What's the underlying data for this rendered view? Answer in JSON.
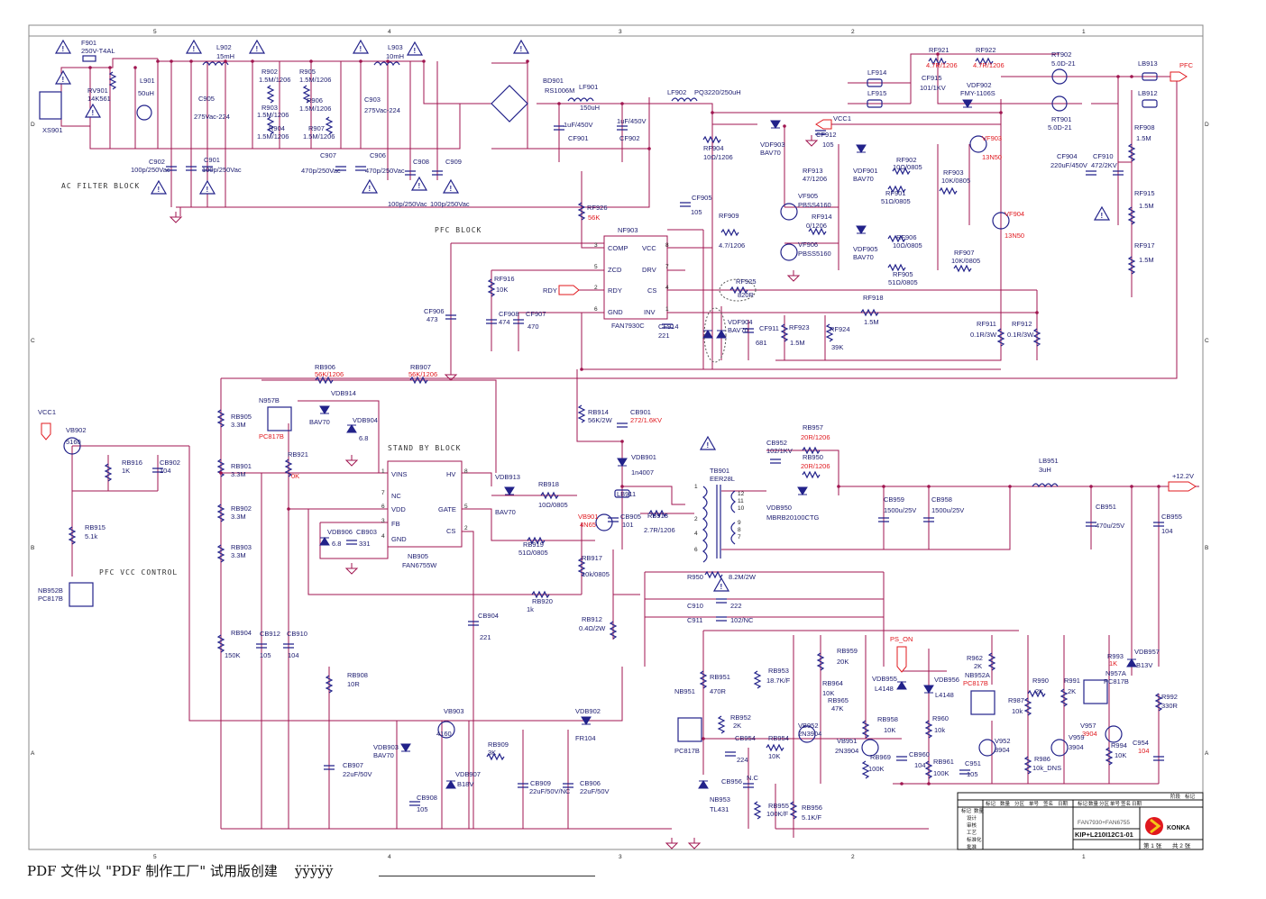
{
  "title_block": {
    "brand": "KONKA",
    "model": "KIP+L210I12C1-01",
    "chips": "FAN7930+FAN6755",
    "sheet": "第 1 张",
    "total": "共 2 张",
    "head_cells": [
      "标记",
      "数量",
      "分区",
      "单号",
      "签名",
      "日期"
    ],
    "left_rows": [
      "标记",
      "数量",
      "分区",
      "单号",
      "签名",
      "日期"
    ],
    "role_rows": [
      "设计",
      "审核",
      "工艺",
      "标准化",
      "批准"
    ],
    "right_head": [
      "阶段",
      "标记"
    ]
  },
  "footer": "PDF 文件以 \"PDF 制作工厂\" 试用版创建    ÿÿÿÿÿ",
  "blocks": {
    "ac": "AC FILTER BLOCK",
    "pfc": "PFC BLOCK",
    "standby": "STAND BY BLOCK",
    "pfc_vcc": "PFC VCC CONTROL"
  },
  "ports": {
    "pfc": "PFC",
    "vcc1": "VCC1",
    "vcc1_left": "VCC1",
    "rdy": "RDY",
    "out": "+12.2V",
    "ps_on": "PS_ON"
  },
  "nf903": {
    "name": "NF903",
    "part": "FAN7930C",
    "pins": [
      "COMP",
      "ZCD",
      "RDY",
      "GND",
      "VCC",
      "DRV",
      "CS",
      "INV"
    ],
    "nums": [
      "3",
      "5",
      "2",
      "6",
      "8",
      "7",
      "4",
      "1"
    ]
  },
  "nb905": {
    "name": "NB905",
    "part": "FAN6755W",
    "pins": [
      "VINS",
      "NC",
      "VDD",
      "FB",
      "GND",
      "HV",
      "GATE",
      "CS"
    ],
    "nums": [
      "1",
      "7",
      "6",
      "3",
      "4",
      "8",
      "5",
      "2"
    ]
  },
  "comps": [
    [
      "xs901",
      "XS901"
    ],
    [
      "f901",
      "F901"
    ],
    [
      "f901v",
      "250V-T4AL"
    ],
    [
      "rv901",
      "RV901"
    ],
    [
      "rv901v",
      "14K561"
    ],
    [
      "l901",
      "L901"
    ],
    [
      "l901v",
      "50uH"
    ],
    [
      "l902",
      "L902"
    ],
    [
      "l902v",
      "15mH"
    ],
    [
      "c905",
      "C905"
    ],
    [
      "c905v",
      "275Vac-224"
    ],
    [
      "r902",
      "R902"
    ],
    [
      "r902v",
      "1.5M/1206"
    ],
    [
      "r905",
      "R905"
    ],
    [
      "r905v",
      "1.5M/1206"
    ],
    [
      "r903",
      "R903"
    ],
    [
      "r903v",
      "1.5M/1206"
    ],
    [
      "r906",
      "R906"
    ],
    [
      "r906v",
      "1.5M/1206"
    ],
    [
      "r904",
      "R904"
    ],
    [
      "r904v",
      "1.5M/1206"
    ],
    [
      "r907",
      "R907"
    ],
    [
      "r907v",
      "1.5M/1206"
    ],
    [
      "l903",
      "L903"
    ],
    [
      "l903v",
      "10mH"
    ],
    [
      "c903",
      "C903"
    ],
    [
      "c903v",
      "275Vac-224"
    ],
    [
      "c907",
      "C907"
    ],
    [
      "c907v",
      "470p/250Vac"
    ],
    [
      "c906",
      "C906"
    ],
    [
      "c906v",
      "470p/250Vac"
    ],
    [
      "c902",
      "C902"
    ],
    [
      "c902v",
      "100p/250Vac"
    ],
    [
      "c901",
      "C901"
    ],
    [
      "c901v",
      "100p/250Vac"
    ],
    [
      "c908",
      "C908"
    ],
    [
      "c908v",
      "100p/250Vac"
    ],
    [
      "c909",
      "C909"
    ],
    [
      "c909v",
      "100p/250Vac"
    ],
    [
      "bd901",
      "BD901"
    ],
    [
      "bd901v",
      "RS1006M"
    ],
    [
      "lf901",
      "LF901"
    ],
    [
      "lf901v",
      "150uH"
    ],
    [
      "cf901",
      "CF901"
    ],
    [
      "cf901v",
      "1uF/450V"
    ],
    [
      "cf902",
      "CF902"
    ],
    [
      "cf902v",
      "1uF/450V"
    ],
    [
      "lf902",
      "LF902"
    ],
    [
      "lf902v",
      "PQ3220/250uH"
    ],
    [
      "rf904",
      "RF904"
    ],
    [
      "rf904v",
      "10Ω/1206"
    ],
    [
      "vdf903",
      "VDF903"
    ],
    [
      "vdf903v",
      "BAV70"
    ],
    [
      "cf912",
      "CF912"
    ],
    [
      "cf912v",
      "105"
    ],
    [
      "lf914",
      "LF914"
    ],
    [
      "lf915",
      "LF915"
    ],
    [
      "rf921",
      "RF921"
    ],
    [
      "rf921v",
      "4.7R/1206"
    ],
    [
      "rf922",
      "RF922"
    ],
    [
      "rf922v",
      "4.7R/1206"
    ],
    [
      "cf915",
      "CF915"
    ],
    [
      "cf915v",
      "101/1KV"
    ],
    [
      "vdf902",
      "VDF902"
    ],
    [
      "vdf902v",
      "FMY-1106S"
    ],
    [
      "rt902",
      "RT902"
    ],
    [
      "rt902v",
      "5.0D-21"
    ],
    [
      "rt901",
      "RT901"
    ],
    [
      "rt901v",
      "5.0D-21"
    ],
    [
      "lb913",
      "LB913"
    ],
    [
      "lb912",
      "LB912"
    ],
    [
      "rf908",
      "RF908"
    ],
    [
      "rf908v",
      "1.5M"
    ],
    [
      "rf915",
      "RF915"
    ],
    [
      "rf915v",
      "1.5M"
    ],
    [
      "rf917",
      "RF917"
    ],
    [
      "rf917v",
      "1.5M"
    ],
    [
      "cf904",
      "CF904"
    ],
    [
      "cf904v",
      "220uF/450V"
    ],
    [
      "cf910",
      "CF910"
    ],
    [
      "cf910v",
      "472/2KV"
    ],
    [
      "vf903",
      "VF903"
    ],
    [
      "vf903v",
      "13N50"
    ],
    [
      "vf904",
      "VF904"
    ],
    [
      "vf904v",
      "13N50"
    ],
    [
      "rf913",
      "RF913"
    ],
    [
      "rf913v",
      "47/1206"
    ],
    [
      "vdf901",
      "VDF901"
    ],
    [
      "vdf901v",
      "BAV70"
    ],
    [
      "rf902",
      "RF902"
    ],
    [
      "rf902v",
      "10Ω/0805"
    ],
    [
      "rf903",
      "RF903"
    ],
    [
      "rf903v",
      "10K/0805"
    ],
    [
      "rf901",
      "RF901"
    ],
    [
      "rf901v",
      "51Ω/0805"
    ],
    [
      "vf905",
      "VF905"
    ],
    [
      "vf905v",
      "PBSS4160"
    ],
    [
      "rf914",
      "RF914"
    ],
    [
      "rf914v",
      "0/1206"
    ],
    [
      "vf906",
      "VF906"
    ],
    [
      "vf906v",
      "PBSS5160"
    ],
    [
      "vdf905",
      "VDF905"
    ],
    [
      "vdf905v",
      "BAV70"
    ],
    [
      "rf906",
      "RF906"
    ],
    [
      "rf906v",
      "10Ω/0805"
    ],
    [
      "rf907",
      "RF907"
    ],
    [
      "rf907v",
      "10K/0805"
    ],
    [
      "rf905",
      "RF905"
    ],
    [
      "rf905v",
      "51Ω/0805"
    ],
    [
      "rf909",
      "RF909"
    ],
    [
      "rf909v",
      "4.7/1206"
    ],
    [
      "cf905",
      "CF905"
    ],
    [
      "cf905v",
      "105"
    ],
    [
      "rf926",
      "RF926"
    ],
    [
      "rf926v",
      "56K"
    ],
    [
      "rf916",
      "RF916"
    ],
    [
      "rf916v",
      "10K"
    ],
    [
      "cf906",
      "CF906"
    ],
    [
      "cf906v",
      "473"
    ],
    [
      "cf908",
      "CF908"
    ],
    [
      "cf908v",
      "474"
    ],
    [
      "cf907",
      "CF907"
    ],
    [
      "cf907v",
      "470"
    ],
    [
      "rf925",
      "RF925"
    ],
    [
      "rf925v",
      "820R"
    ],
    [
      "rf918",
      "RF918"
    ],
    [
      "rf918v",
      "1.5M"
    ],
    [
      "cf914",
      "CF914"
    ],
    [
      "cf914v",
      "221"
    ],
    [
      "vdf904",
      "VDF904"
    ],
    [
      "vdf904v",
      "BAV70"
    ],
    [
      "cf911",
      "CF911"
    ],
    [
      "cf911v",
      "681"
    ],
    [
      "rf923",
      "RF923"
    ],
    [
      "rf923v",
      "1.5M"
    ],
    [
      "rf924",
      "RF924"
    ],
    [
      "rf924v",
      "39K"
    ],
    [
      "rf911",
      "RF911"
    ],
    [
      "rf911v",
      "0.1R/3W"
    ],
    [
      "rf912",
      "RF912"
    ],
    [
      "rf912v",
      "0.1R/3W"
    ],
    [
      "rb906",
      "RB906"
    ],
    [
      "rb906v",
      "56K/1206"
    ],
    [
      "rb907",
      "RB907"
    ],
    [
      "rb907v",
      "56K/1206"
    ],
    [
      "n957b",
      "N957B"
    ],
    [
      "n957bv",
      "PC817B"
    ],
    [
      "vdb914",
      "VDB914"
    ],
    [
      "vdb914v",
      "BAV70"
    ],
    [
      "vdb904",
      "VDB904"
    ],
    [
      "vdb904v",
      "6.8"
    ],
    [
      "rb921",
      "RB921"
    ],
    [
      "rb921v",
      "0K"
    ],
    [
      "rb905",
      "RB905"
    ],
    [
      "rb905v",
      "3.3M"
    ],
    [
      "rb901",
      "RB901"
    ],
    [
      "rb901v",
      "3.3M"
    ],
    [
      "rb902",
      "RB902"
    ],
    [
      "rb902v",
      "3.3M"
    ],
    [
      "rb903",
      "RB903"
    ],
    [
      "rb903v",
      "3.3M"
    ],
    [
      "rb904",
      "RB904"
    ],
    [
      "rb904v",
      "150K"
    ],
    [
      "cb912",
      "CB912"
    ],
    [
      "cb912v",
      "105"
    ],
    [
      "cb910",
      "CB910"
    ],
    [
      "cb910v",
      "104"
    ],
    [
      "rb908",
      "RB908"
    ],
    [
      "rb908v",
      "10R"
    ],
    [
      "cb907",
      "CB907"
    ],
    [
      "cb907v",
      "22uF/50V"
    ],
    [
      "vb902",
      "VB902"
    ],
    [
      "vb902v",
      "5160"
    ],
    [
      "rb916",
      "RB916"
    ],
    [
      "rb916v",
      "1K"
    ],
    [
      "cb902",
      "CB902"
    ],
    [
      "cb902v",
      "104"
    ],
    [
      "rb915",
      "RB915"
    ],
    [
      "rb915v",
      "5.1k"
    ],
    [
      "nb952b",
      "NB952B"
    ],
    [
      "nb952bv",
      "PC817B"
    ],
    [
      "vdb906",
      "VDB906"
    ],
    [
      "vdb906v",
      "6.8"
    ],
    [
      "cb903",
      "CB903"
    ],
    [
      "cb903v",
      "331"
    ],
    [
      "vdb913",
      "VDB913"
    ],
    [
      "vdb913v",
      "BAV70"
    ],
    [
      "rb918",
      "RB918"
    ],
    [
      "rb918v",
      "10Ω/0805"
    ],
    [
      "rb919",
      "RB919"
    ],
    [
      "rb919v",
      "51Ω/0805"
    ],
    [
      "rb914",
      "RB914"
    ],
    [
      "rb914v",
      "56K/2W"
    ],
    [
      "cb901",
      "CB901"
    ],
    [
      "cb901v",
      "272/1.6KV"
    ],
    [
      "vdb901",
      "VDB901"
    ],
    [
      "vdb901v",
      "1n4007"
    ],
    [
      "lb911",
      "LB911"
    ],
    [
      "vb901",
      "VB901"
    ],
    [
      "vb901v",
      "4N65"
    ],
    [
      "cb905",
      "CB905"
    ],
    [
      "cb905v",
      "101"
    ],
    [
      "rb913",
      "RB913"
    ],
    [
      "rb913v",
      "2.7R/1206"
    ],
    [
      "rb917",
      "RB917"
    ],
    [
      "rb917v",
      "10k/0805"
    ],
    [
      "rb920",
      "RB920"
    ],
    [
      "rb920v",
      "1k"
    ],
    [
      "cb904",
      "CB904"
    ],
    [
      "cb904v",
      "221"
    ],
    [
      "rb912",
      "RB912"
    ],
    [
      "rb912v",
      "0.4Ω/2W"
    ],
    [
      "vb903",
      "VB903"
    ],
    [
      "vb903v",
      "4160"
    ],
    [
      "vdb903",
      "VDB903"
    ],
    [
      "vdb903v",
      "BAV70"
    ],
    [
      "cb908",
      "CB908"
    ],
    [
      "cb908v",
      "105"
    ],
    [
      "vdb907",
      "VDB907"
    ],
    [
      "vdb907v",
      "B18V"
    ],
    [
      "rb909",
      "RB909"
    ],
    [
      "rb909v",
      "3K"
    ],
    [
      "cb909",
      "CB909"
    ],
    [
      "cb909v",
      "22uF/50V/NC"
    ],
    [
      "cb906",
      "CB906"
    ],
    [
      "cb906v",
      "22uF/50V"
    ],
    [
      "vdb902",
      "VDB902"
    ],
    [
      "vdb902v",
      "FR104"
    ],
    [
      "tb901",
      "TB901"
    ],
    [
      "tb901v",
      "EER28L"
    ],
    [
      "cb952",
      "CB952"
    ],
    [
      "cb952v",
      "102/1KV"
    ],
    [
      "rb957",
      "RB957"
    ],
    [
      "rb957v",
      "20R/1206"
    ],
    [
      "rb950",
      "RB950"
    ],
    [
      "rb950v",
      "20R/1206"
    ],
    [
      "vdb950",
      "VDB950"
    ],
    [
      "vdb950v",
      "MBRB20100CTG"
    ],
    [
      "r950",
      "R950"
    ],
    [
      "r950v",
      "8.2M/2W"
    ],
    [
      "c910",
      "C910"
    ],
    [
      "c910v",
      "222"
    ],
    [
      "c911",
      "C911"
    ],
    [
      "c911v",
      "102/NC"
    ],
    [
      "cb959",
      "CB959"
    ],
    [
      "cb959v",
      "1500u/25V"
    ],
    [
      "cb958",
      "CB958"
    ],
    [
      "cb958v",
      "1500u/25V"
    ],
    [
      "lb951",
      "LB951"
    ],
    [
      "lb951v",
      "3uH"
    ],
    [
      "cb951",
      "CB951"
    ],
    [
      "cb951v",
      "470u/25V"
    ],
    [
      "cb955",
      "CB955"
    ],
    [
      "cb955v",
      "104"
    ],
    [
      "rb951",
      "RB951"
    ],
    [
      "rb951v",
      "470R"
    ],
    [
      "nb951",
      "NB951"
    ],
    [
      "nb951v",
      "PC817B"
    ],
    [
      "rb952",
      "RB952"
    ],
    [
      "rb952v",
      "2K"
    ],
    [
      "cb954",
      "CB954"
    ],
    [
      "cb954v",
      "224"
    ],
    [
      "rb954",
      "RB954"
    ],
    [
      "rb954v",
      "10K"
    ],
    [
      "rb953",
      "RB953"
    ],
    [
      "rb953v",
      "18.7K/F"
    ],
    [
      "cb956",
      "CB956"
    ],
    [
      "cb956v",
      "N.C"
    ],
    [
      "nb953",
      "NB953"
    ],
    [
      "nb953v",
      "TL431"
    ],
    [
      "rb955",
      "RB955"
    ],
    [
      "rb955v",
      "100K/F"
    ],
    [
      "rb956",
      "RB956"
    ],
    [
      "rb956v",
      "5.1K/F"
    ],
    [
      "vb952",
      "VB952"
    ],
    [
      "vb952v",
      "2N3904"
    ],
    [
      "vb951",
      "VB951"
    ],
    [
      "vb951v",
      "2N3904"
    ],
    [
      "rb959",
      "RB959"
    ],
    [
      "rb959v",
      "20K"
    ],
    [
      "rb964",
      "RB964"
    ],
    [
      "rb964v",
      "10K"
    ],
    [
      "rb965",
      "RB965"
    ],
    [
      "rb965v",
      "47K"
    ],
    [
      "vdb955",
      "VDB955"
    ],
    [
      "vdb955v",
      "L4148"
    ],
    [
      "vdb956",
      "VDB956"
    ],
    [
      "vdb956v",
      "L4148"
    ],
    [
      "rb958",
      "RB958"
    ],
    [
      "rb958v",
      "10K"
    ],
    [
      "r960",
      "R960"
    ],
    [
      "r960v",
      "10k"
    ],
    [
      "rb969",
      "RB969"
    ],
    [
      "rb969v",
      "100K"
    ],
    [
      "cb960",
      "CB960"
    ],
    [
      "cb960v",
      "104"
    ],
    [
      "rb961",
      "RB961"
    ],
    [
      "rb961v",
      "100K"
    ],
    [
      "c951",
      "C951"
    ],
    [
      "c951v",
      "105"
    ],
    [
      "r962",
      "R962"
    ],
    [
      "r962v",
      "2K"
    ],
    [
      "nb952a",
      "NB952A"
    ],
    [
      "nb952av",
      "PC817B"
    ],
    [
      "r987",
      "R987"
    ],
    [
      "r987v",
      "10k"
    ],
    [
      "v952",
      "V952"
    ],
    [
      "v952v",
      "3904"
    ],
    [
      "r990",
      "R990"
    ],
    [
      "r990v",
      "2K"
    ],
    [
      "r991",
      "R991"
    ],
    [
      "r991v",
      "2K"
    ],
    [
      "r986",
      "R986"
    ],
    [
      "r986v",
      "10k_DNS"
    ],
    [
      "v957",
      "V957"
    ],
    [
      "v957v",
      "3904"
    ],
    [
      "v959",
      "V959"
    ],
    [
      "v959v",
      "3904"
    ],
    [
      "r993",
      "R993"
    ],
    [
      "r993v",
      "1K"
    ],
    [
      "n957a",
      "N957A"
    ],
    [
      "n957av",
      "PC817B"
    ],
    [
      "vdb957",
      "VDB957"
    ],
    [
      "vdb957v",
      "B13V"
    ],
    [
      "r992",
      "R992"
    ],
    [
      "r992v",
      "330R"
    ],
    [
      "r994",
      "R994"
    ],
    [
      "r994v",
      "10K"
    ],
    [
      "c954",
      "C954"
    ],
    [
      "c954v",
      "104"
    ]
  ]
}
